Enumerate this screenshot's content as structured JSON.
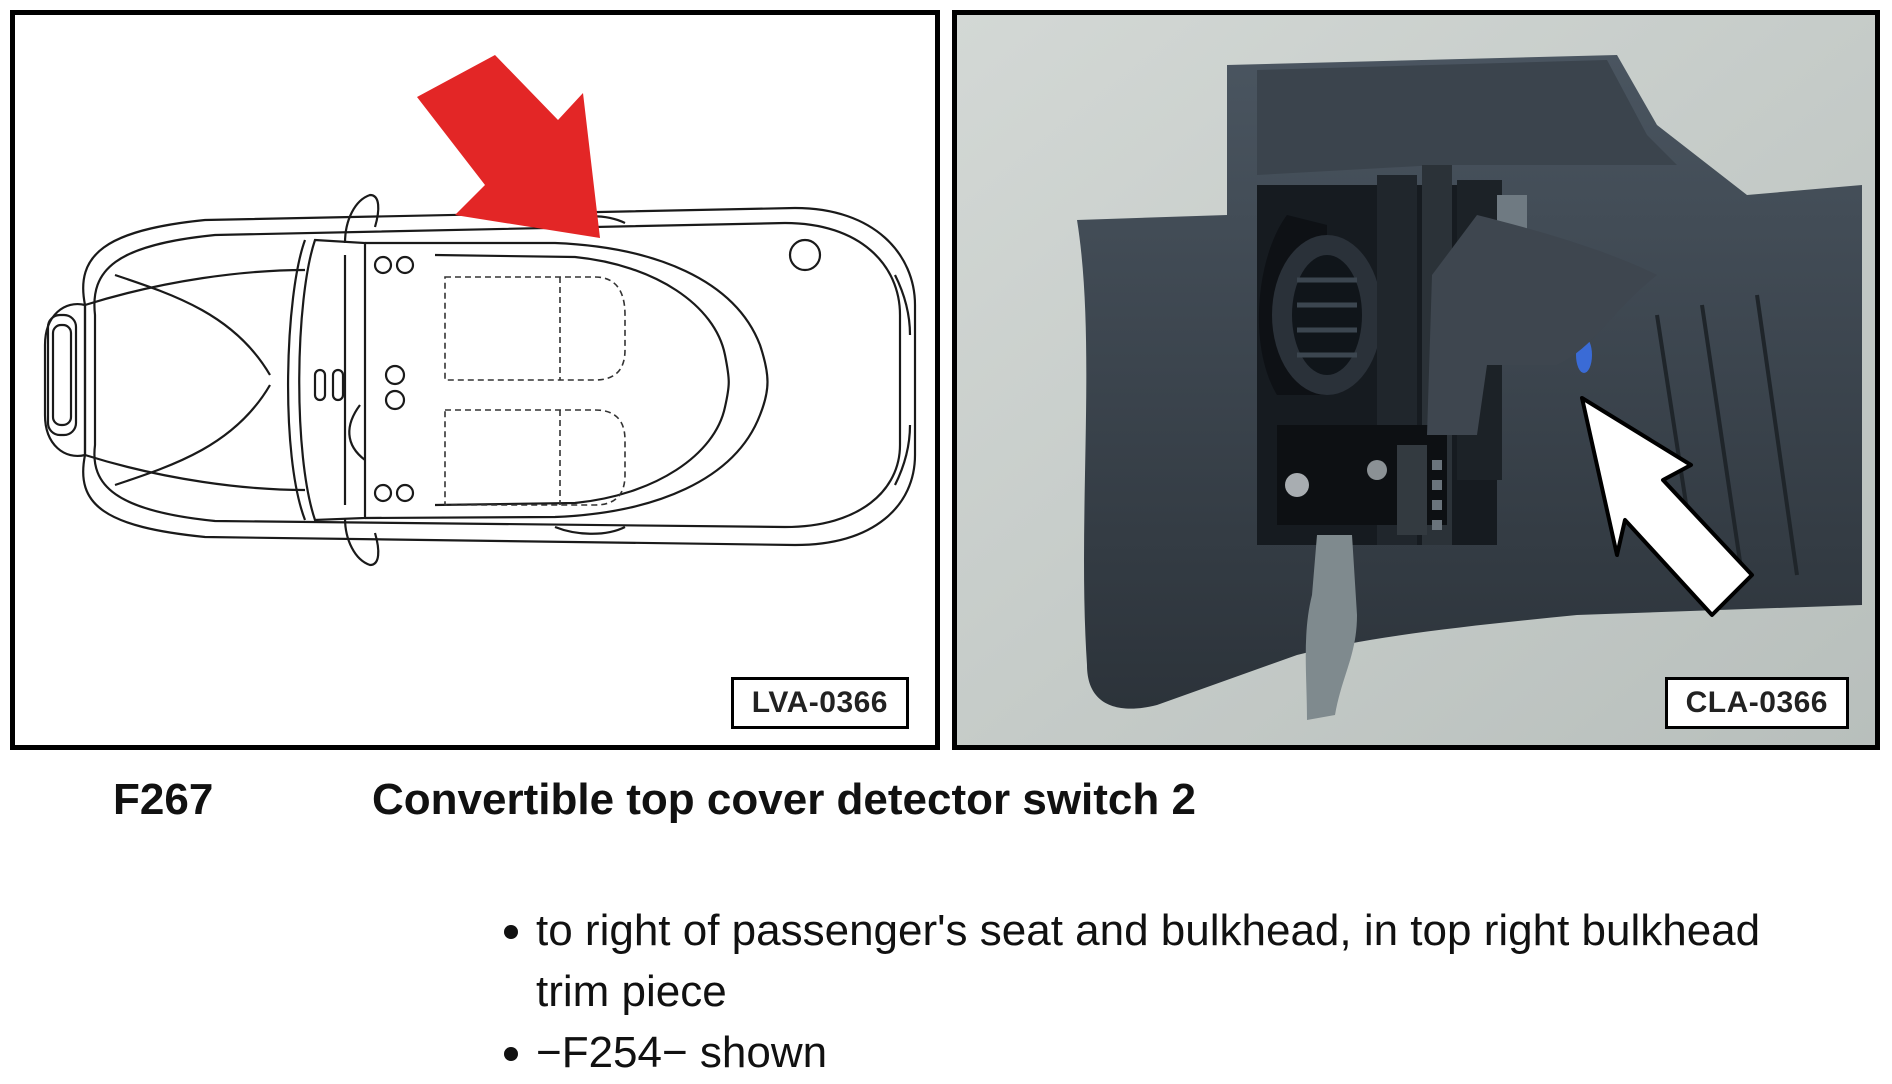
{
  "figures": {
    "left": {
      "label": "LVA-0366",
      "arrow_color": "#e32626"
    },
    "right": {
      "label": "CLA-0366",
      "arrow_color": "#ffffff"
    }
  },
  "component": {
    "code": "F267",
    "title": "Convertible top cover detector switch 2"
  },
  "notes": [
    "to right of passenger's seat and bulkhead, in top right bulkhead trim piece",
    "−F254− shown"
  ]
}
